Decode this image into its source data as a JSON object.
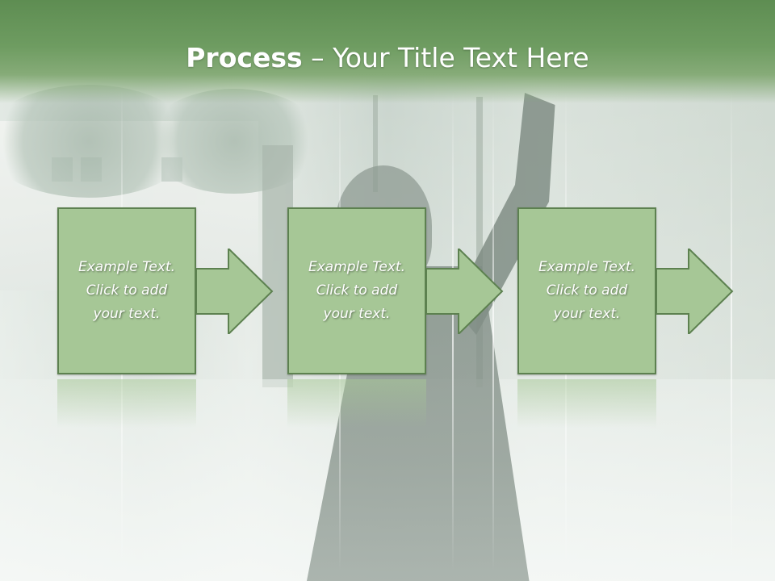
{
  "slide": {
    "title_bold": "Process",
    "title_rest": " – Your Title Text Here",
    "steps": [
      {
        "line1": "Example Text.",
        "line2": "Click  to add",
        "line3": "your text."
      },
      {
        "line1": "Example Text.",
        "line2": "Click  to add",
        "line3": "your text."
      },
      {
        "line1": "Example Text.",
        "line2": "Click  to add",
        "line3": "your text."
      }
    ]
  },
  "colors": {
    "banner": "#6e9c61",
    "box_fill": "#a6c796",
    "box_border": "#5d8150",
    "text": "#ffffff"
  },
  "icons": [
    "right-arrow-icon"
  ]
}
